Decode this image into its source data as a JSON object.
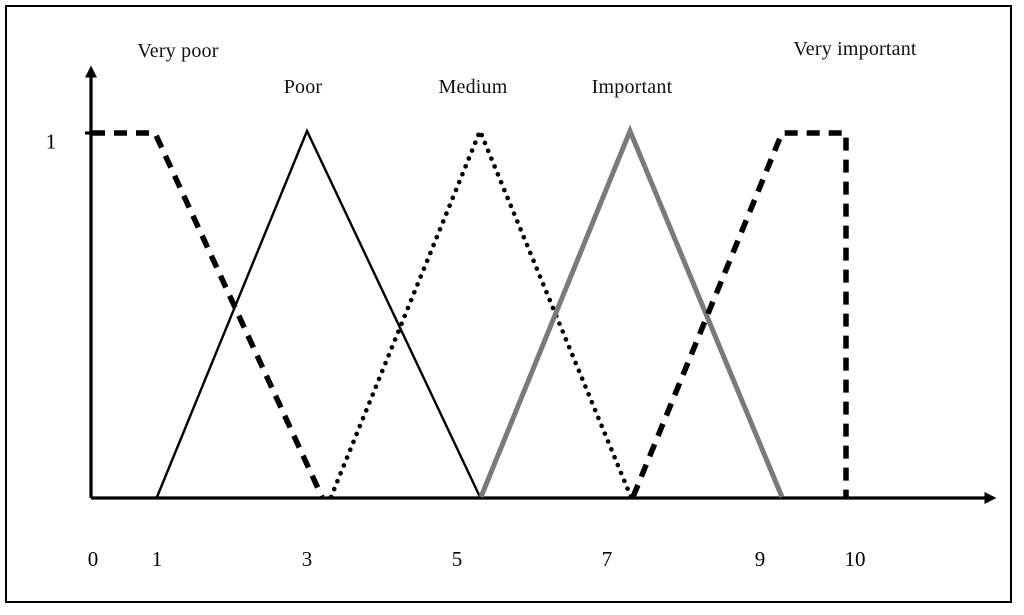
{
  "figure": {
    "title": "",
    "background_color": "#ffffff",
    "frame_color": "#000000"
  },
  "chart_data": {
    "type": "line",
    "title": "",
    "xlabel": "",
    "ylabel": "",
    "xlim": [
      0,
      10
    ],
    "ylim": [
      0,
      1
    ],
    "grid": false,
    "legend": "inline-annotations",
    "x_tick_labels": [
      "0",
      "1",
      "3",
      "5",
      "7",
      "9",
      "10"
    ],
    "x_tick_values": [
      0,
      1,
      3,
      5,
      7,
      9,
      10
    ],
    "y_tick_labels": [
      "1"
    ],
    "y_tick_values": [
      1
    ],
    "series": [
      {
        "name": "Very poor",
        "label": "Very poor",
        "style": "dashed",
        "color": "#000000",
        "x": [
          0,
          1,
          3.1
        ],
        "values": [
          1,
          1,
          0
        ]
      },
      {
        "name": "Poor",
        "label": "Poor",
        "style": "solid",
        "color": "#000000",
        "x": [
          1,
          3,
          5.2
        ],
        "values": [
          0,
          1,
          0
        ]
      },
      {
        "name": "Medium",
        "label": "Medium",
        "style": "dotted",
        "color": "#000000",
        "x": [
          3.3,
          5.2,
          7.2
        ],
        "values": [
          0,
          1,
          0
        ]
      },
      {
        "name": "Important",
        "label": "Important",
        "style": "solid",
        "color": "#7a7a7a",
        "x": [
          5.2,
          7.4,
          9.2
        ],
        "values": [
          0,
          1,
          0
        ]
      },
      {
        "name": "Very important",
        "label": "Very important",
        "style": "dashed",
        "color": "#000000",
        "x": [
          7.3,
          9.3,
          10,
          10
        ],
        "values": [
          0,
          1,
          1,
          0
        ]
      }
    ]
  },
  "annotations": {
    "very_poor": "Very poor",
    "poor": "Poor",
    "medium": "Medium",
    "important": "Important",
    "very_important": "Very important"
  },
  "axis": {
    "y_max_label": "1",
    "ticks": [
      {
        "label": "0"
      },
      {
        "label": "1"
      },
      {
        "label": "3"
      },
      {
        "label": "5"
      },
      {
        "label": "7"
      },
      {
        "label": "9"
      },
      {
        "label": "10"
      }
    ]
  }
}
